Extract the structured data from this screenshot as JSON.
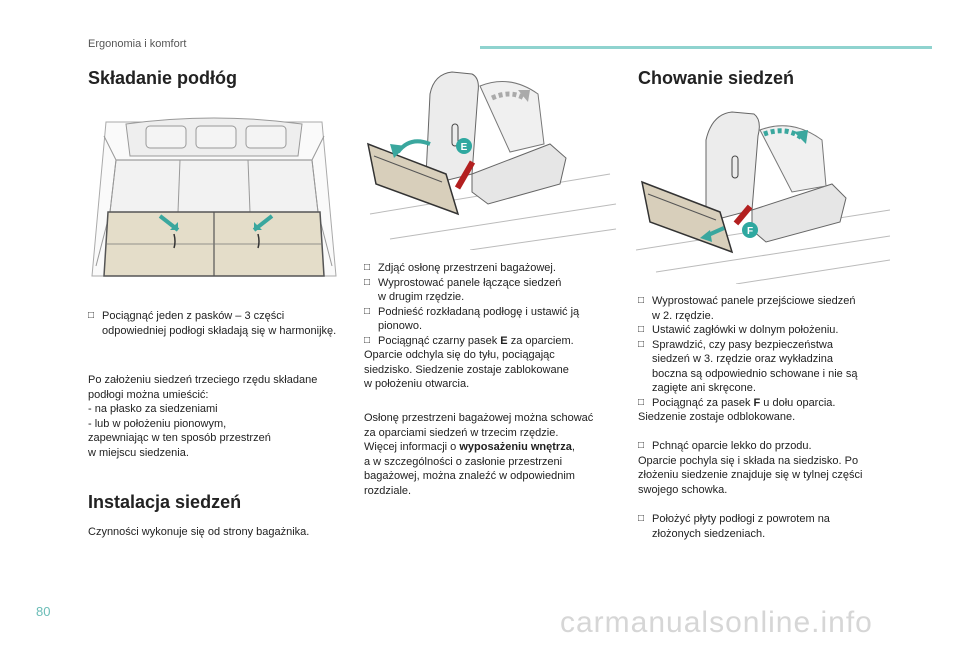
{
  "header": {
    "section": "Ergonomia i komfort"
  },
  "page_number": "80",
  "watermark": "carmanualsonline.info",
  "left": {
    "title": "Składanie podłóg",
    "bullet1": "Pociągnąć jeden z pasków – 3 części odpowiedniej podłogi składają się w harmonijkę.",
    "para1_l1": "Po założeniu siedzeń trzeciego rzędu składane",
    "para1_l2": "podłogi można umieścić:",
    "para1_l3": "-   na płasko za siedzeniami",
    "para1_l4": "-   lub w położeniu pionowym,",
    "para1_l5": "zapewniając w ten sposób przestrzeń",
    "para1_l6": "w miejscu siedzenia.",
    "title2": "Instalacja siedzeń",
    "para2": "Czynności wykonuje się od strony bagażnika."
  },
  "middle": {
    "b1": "Zdjąć osłonę przestrzeni bagażowej.",
    "b2_l1": "Wyprostować panele łączące siedzeń",
    "b2_l2": "w drugim rzędzie.",
    "b3_l1": "Podnieść rozkładaną podłogę i ustawić ją",
    "b3_l2": "pionowo.",
    "b4_pre": "Pociągnąć czarny pasek ",
    "b4_bold": "E",
    "b4_post": " za oparciem.",
    "p1_l1": "Oparcie odchyla się do tyłu, pociągając",
    "p1_l2": "siedzisko. Siedzenie zostaje zablokowane",
    "p1_l3": "w położeniu otwarcia.",
    "p2_l1": "Osłonę przestrzeni bagażowej można schować",
    "p2_l2": "za oparciami siedzeń w trzecim rzędzie.",
    "p2_l3_pre": "Więcej informacji o ",
    "p2_l3_bold": "wyposażeniu wnętrza",
    "p2_l3_post": ",",
    "p2_l4": "a w szczególności o zasłonie przestrzeni",
    "p2_l5": "bagażowej, można znaleźć w odpowiednim",
    "p2_l6": "rozdziale.",
    "label_e": "E"
  },
  "right": {
    "title": "Chowanie siedzeń",
    "b1_l1": "Wyprostować panele przejściowe siedzeń",
    "b1_l2": "w 2. rzędzie.",
    "b2": "Ustawić zagłówki w dolnym położeniu.",
    "b3_l1": "Sprawdzić, czy pasy bezpieczeństwa",
    "b3_l2": "siedzeń w 3. rzędzie oraz wykładzina",
    "b3_l3": "boczna są odpowiednio schowane i nie są",
    "b3_l4": "zagięte ani skręcone.",
    "b4_pre": "Pociągnąć za pasek ",
    "b4_bold": "F",
    "b4_post": " u dołu oparcia.",
    "p1": "Siedzenie zostaje odblokowane.",
    "b5": "Pchnąć oparcie lekko do przodu.",
    "p2_l1": "Oparcie pochyla się i składa na siedzisko. Po",
    "p2_l2": "złożeniu siedzenie znajduje się w tylnej części",
    "p2_l3": "swojego schowka.",
    "b6_l1": "Położyć płyty podłogi z powrotem na",
    "b6_l2": "złożonych siedzeniach.",
    "label_f": "F"
  },
  "colors": {
    "accent": "#8fd3cf",
    "label_teal": "#2fa8a0",
    "arrow": "#3aa79e",
    "strap": "#b32020"
  }
}
